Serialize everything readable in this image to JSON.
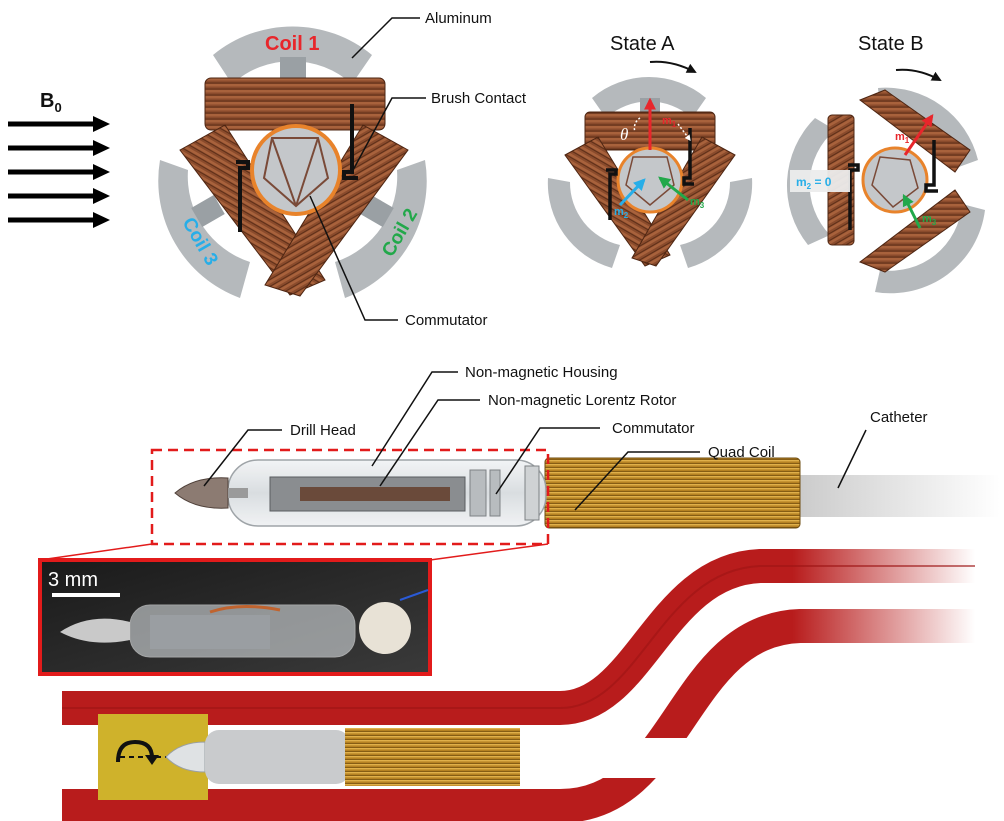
{
  "top": {
    "b0_label": "B",
    "b0_subscript": "0",
    "coil1": "Coil 1",
    "coil2": "Coil 2",
    "coil3": "Coil 3",
    "aluminum": "Aluminum",
    "brush_contact": "Brush Contact",
    "commutator": "Commutator",
    "state_a": "State A",
    "state_b": "State B",
    "theta": "θ",
    "m1": "m",
    "m1_sub": "1",
    "m2": "m",
    "m2_sub": "2",
    "m3": "m",
    "m3_sub": "3",
    "m2_zero": "m",
    "m2_zero_sub": "2",
    "m2_zero_rest": " = 0"
  },
  "middle": {
    "non_magnetic_housing": "Non-magnetic Housing",
    "lorentz_rotor": "Non-magnetic Lorentz Rotor",
    "drill_head": "Drill Head",
    "commutator": "Commutator",
    "quad_coil": "Quad Coil",
    "catheter": "Catheter",
    "scale_bar": "3 mm"
  },
  "colors": {
    "copper": "#8a4b2c",
    "aluminum": "#b5b9bc",
    "commutator_ring": "#e8832b",
    "inset_border": "#e21b1b",
    "vessel": "#b81c1c",
    "gold_coil": "#c9962b"
  }
}
